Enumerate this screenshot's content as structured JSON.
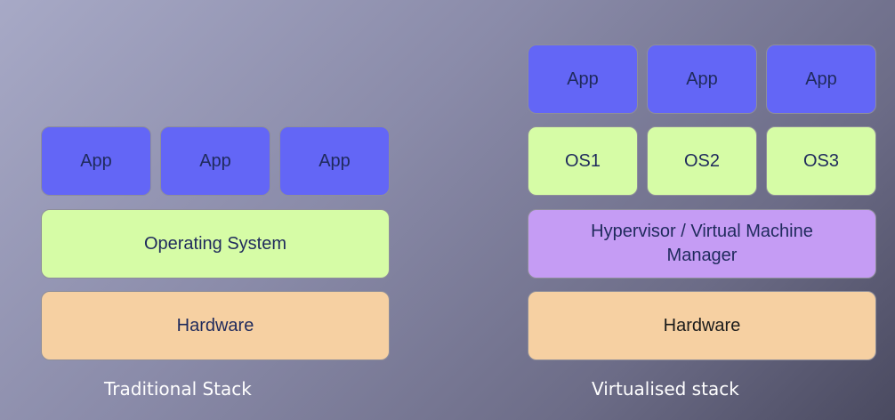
{
  "traditional": {
    "apps": [
      "App",
      "App",
      "App"
    ],
    "os": "Operating System",
    "hardware": "Hardware",
    "caption": "Traditional Stack"
  },
  "virtualised": {
    "apps": [
      "App",
      "App",
      "App"
    ],
    "guest_os": [
      "OS1",
      "OS2",
      "OS3"
    ],
    "hypervisor": "Hypervisor / Virtual Machine Manager",
    "hardware": "Hardware",
    "caption": "Virtualised stack"
  },
  "colors": {
    "app": "#6366f6",
    "os": "#d6fca6",
    "hypervisor": "#c59cf4",
    "hardware": "#f6d0a2"
  }
}
